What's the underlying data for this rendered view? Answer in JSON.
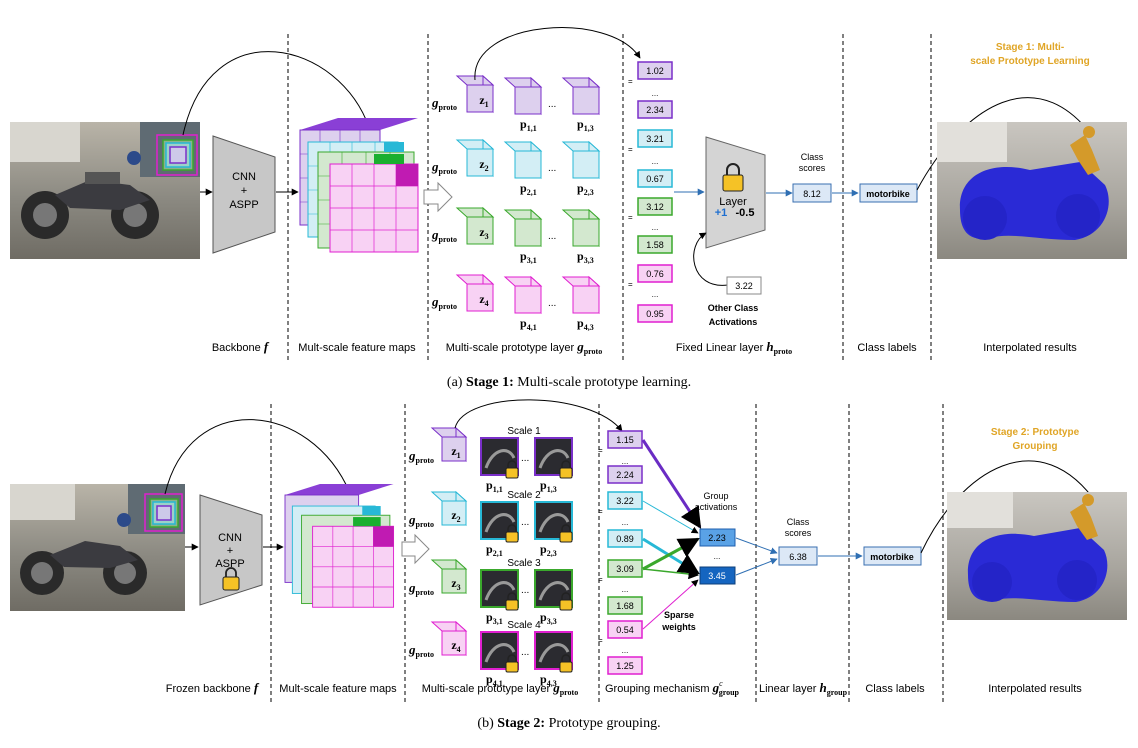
{
  "stage1": {
    "title": "Stage 1: Multi-scale Prototype Learning",
    "title_lines": [
      "Stage 1: Multi-",
      "scale Prototype Learning"
    ],
    "title_color": "#e0a526",
    "backbone": {
      "line1": "CNN",
      "line2": "+",
      "line3": "ASPP"
    },
    "prototype_fn": "g",
    "prototype_fn_sub": "proto",
    "scale_vectors": [
      "z",
      "z",
      "z",
      "z"
    ],
    "scale_vector_subs": [
      "1",
      "2",
      "3",
      "4"
    ],
    "prototypes": [
      {
        "first": "p",
        "first_sub": "1,1",
        "last": "p",
        "last_sub": "1,3"
      },
      {
        "first": "p",
        "first_sub": "2,1",
        "last": "p",
        "last_sub": "2,3"
      },
      {
        "first": "p",
        "first_sub": "3,1",
        "last": "p",
        "last_sub": "3,3"
      },
      {
        "first": "p",
        "first_sub": "4,1",
        "last": "p",
        "last_sub": "4,3"
      }
    ],
    "ellipsis": "...",
    "equals": "=",
    "activations": [
      "1.02",
      "...",
      "2.34",
      "3.21",
      "...",
      "0.67",
      "3.12",
      "...",
      "1.58",
      "0.76",
      "...",
      "0.95"
    ],
    "layer": {
      "label": "Layer",
      "pos_weight": "+1",
      "neg_weight": "-0.5"
    },
    "other_class_value": "3.22",
    "other_class_label_lines": [
      "Other Class",
      "Activations"
    ],
    "class_scores_lines": [
      "Class",
      "scores"
    ],
    "class_score": "8.12",
    "class_label": "motorbike",
    "section_labels": {
      "backbone": "Backbone",
      "backbone_fn": "f",
      "feature_maps": "Mult-scale feature maps",
      "prototype_layer": "Multi-scale prototype layer",
      "prototype_layer_fn": "g",
      "prototype_layer_fn_sub": "proto",
      "linear": "Fixed Linear layer",
      "linear_fn": "h",
      "linear_fn_sub": "proto",
      "class_labels": "Class labels",
      "interpolated": "Interpolated results"
    },
    "caption_prefix": "(a)",
    "caption_bold": "Stage 1:",
    "caption_rest": "Multi-scale prototype learning."
  },
  "stage2": {
    "title_lines": [
      "Stage 2: Prototype",
      "Grouping"
    ],
    "backbone": {
      "line1": "CNN",
      "line2": "+",
      "line3": "ASPP"
    },
    "scale_titles": [
      "Scale 1",
      "Scale 2",
      "Scale 3",
      "Scale 4"
    ],
    "activations": [
      "1.15",
      "...",
      "2.24",
      "3.22",
      "...",
      "0.89",
      "3.09",
      "...",
      "1.68",
      "0.54",
      "...",
      "1.25"
    ],
    "group_activation_lines": [
      "Group",
      "activations"
    ],
    "group_values": [
      "2.23",
      "...",
      "3.45"
    ],
    "sparse_lines": [
      "Sparse",
      "weights"
    ],
    "class_scores_lines": [
      "Class",
      "scores"
    ],
    "class_score": "6.38",
    "class_label": "motorbike",
    "section_labels": {
      "backbone": "Frozen backbone",
      "backbone_fn": "f",
      "feature_maps": "Mult-scale feature maps",
      "prototype_layer": "Multi-scale prototype layer",
      "prototype_layer_fn": "g",
      "prototype_layer_fn_sub": "proto",
      "grouping": "Grouping mechanism",
      "grouping_fn": "g",
      "grouping_fn_sup": "c",
      "grouping_fn_sub": "group",
      "linear": "Linear layer",
      "linear_fn": "h",
      "linear_fn_sub": "group",
      "class_labels": "Class labels",
      "interpolated": "Interpolated results"
    },
    "caption_prefix": "(b)",
    "caption_bold": "Stage 2:",
    "caption_rest": "Prototype grouping."
  },
  "colors": {
    "purple": "#7a2fc9",
    "purple_fill": "#ddd0ee",
    "cyan": "#27b8d6",
    "cyan_fill": "#d3eef5",
    "green": "#3aa82c",
    "green_fill": "#d3e8cf",
    "magenta": "#e01fd0",
    "magenta_fill": "#f8d2f4",
    "segmentation_blue": "#2a2ad6",
    "rider_orange": "#d49a2a",
    "score_fill": "#dce8f6",
    "score_stroke": "#3a6fb0",
    "group_dark": "#1565c0"
  }
}
